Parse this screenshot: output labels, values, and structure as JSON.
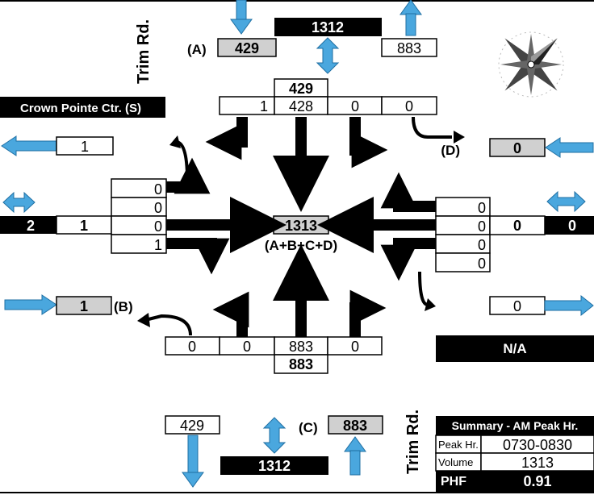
{
  "road_north_label": "Trim Rd.",
  "road_south_label": "Trim Rd.",
  "road_west_label": "Crown Pointe Ctr. (S)",
  "road_east_label": "N/A",
  "center": {
    "total": "1313",
    "formula": "(A+B+C+D)"
  },
  "north": {
    "in_tag": "(A)",
    "in_volume": "429",
    "total_box": "1312",
    "out_volume": "883",
    "approach_total": "429",
    "movements": [
      "1",
      "428",
      "0",
      "0"
    ]
  },
  "south": {
    "movements": [
      "0",
      "0",
      "883",
      "0"
    ],
    "approach_total": "883",
    "out_volume": "429",
    "total_box": "1312",
    "in_tag": "(C)",
    "in_volume": "883"
  },
  "west": {
    "out_volume": "1",
    "total_left": "2",
    "total_right": "1",
    "movements": [
      "0",
      "0",
      "0",
      "1"
    ],
    "in_volume": "1",
    "in_tag": "(B)"
  },
  "east": {
    "in_tag": "(D)",
    "in_volume": "0",
    "movements": [
      "0",
      "0",
      "0",
      "0"
    ],
    "total_inner": "0",
    "total_outer": "0",
    "out_volume": "0"
  },
  "summary": {
    "title": "Summary - AM Peak Hr.",
    "peak_label": "Peak Hr.",
    "peak_value": "0730-0830",
    "volume_label": "Volume",
    "volume_value": "1313",
    "phf_label": "PHF",
    "phf_value": "0.91"
  },
  "colors": {
    "arrow_blue": "#4aa7de",
    "shade": "#d0d0d0",
    "black": "#000000"
  }
}
